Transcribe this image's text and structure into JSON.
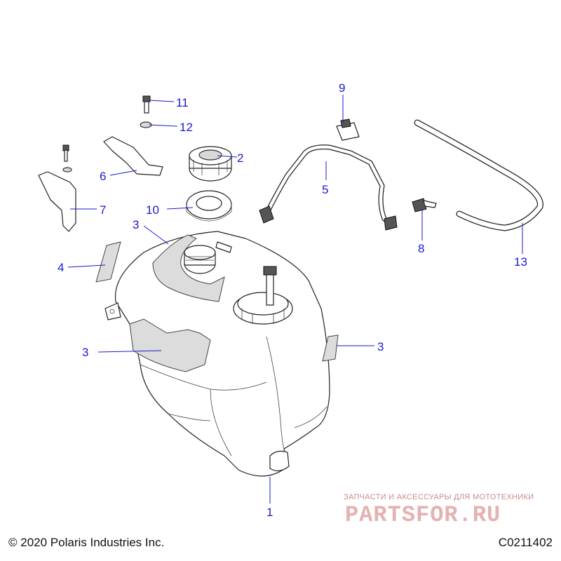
{
  "callouts": [
    {
      "key": "c1",
      "label": "1"
    },
    {
      "key": "c2",
      "label": "2"
    },
    {
      "key": "c3a",
      "label": "3"
    },
    {
      "key": "c3b",
      "label": "3"
    },
    {
      "key": "c3c",
      "label": "3"
    },
    {
      "key": "c4",
      "label": "4"
    },
    {
      "key": "c5",
      "label": "5"
    },
    {
      "key": "c6",
      "label": "6"
    },
    {
      "key": "c7",
      "label": "7"
    },
    {
      "key": "c8",
      "label": "8"
    },
    {
      "key": "c9",
      "label": "9"
    },
    {
      "key": "c10",
      "label": "10"
    },
    {
      "key": "c11",
      "label": "11"
    },
    {
      "key": "c12",
      "label": "12"
    },
    {
      "key": "c13",
      "label": "13"
    }
  ],
  "footer": {
    "copyright": "© 2020 Polaris Industries Inc.",
    "code": "C0211402"
  },
  "watermark": {
    "tagline": "ЗАПЧАСТИ И АКСЕССУАРЫ ДЛЯ МОТОТЕХНИКИ",
    "brand": "PARTSFOR.RU"
  },
  "colors": {
    "callout": "#1a1acc",
    "watermark": "#e4b2b2"
  }
}
